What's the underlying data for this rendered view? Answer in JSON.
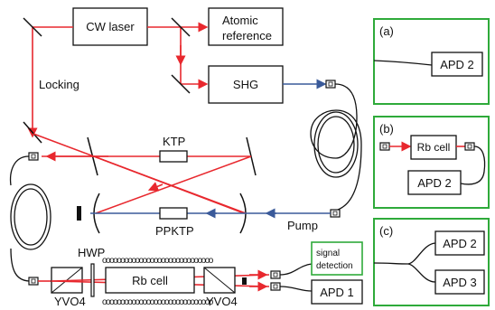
{
  "colors": {
    "beam_red": "#e8282e",
    "beam_blue": "#3a5a9a",
    "panel_green": "#2eaa3a",
    "line_black": "#111111"
  },
  "main": {
    "cw_laser": "CW laser",
    "atomic_reference_l1": "Atomic",
    "atomic_reference_l2": "reference",
    "shg": "SHG",
    "locking": "Locking",
    "ktp": "KTP",
    "ppktp": "PPKTP",
    "pump": "Pump",
    "hwp": "HWP",
    "rb_cell": "Rb cell",
    "yvo4_left": "YVO4",
    "yvo4_right": "YVO4",
    "signal_detection_l1": "signal",
    "signal_detection_l2": "detection",
    "apd1": "APD 1"
  },
  "panels": {
    "a": {
      "label": "(a)",
      "apd": "APD 2"
    },
    "b": {
      "label": "(b)",
      "cell": "Rb cell",
      "apd": "APD 2"
    },
    "c": {
      "label": "(c)",
      "apd_top": "APD 2",
      "apd_bottom": "APD 3"
    }
  }
}
